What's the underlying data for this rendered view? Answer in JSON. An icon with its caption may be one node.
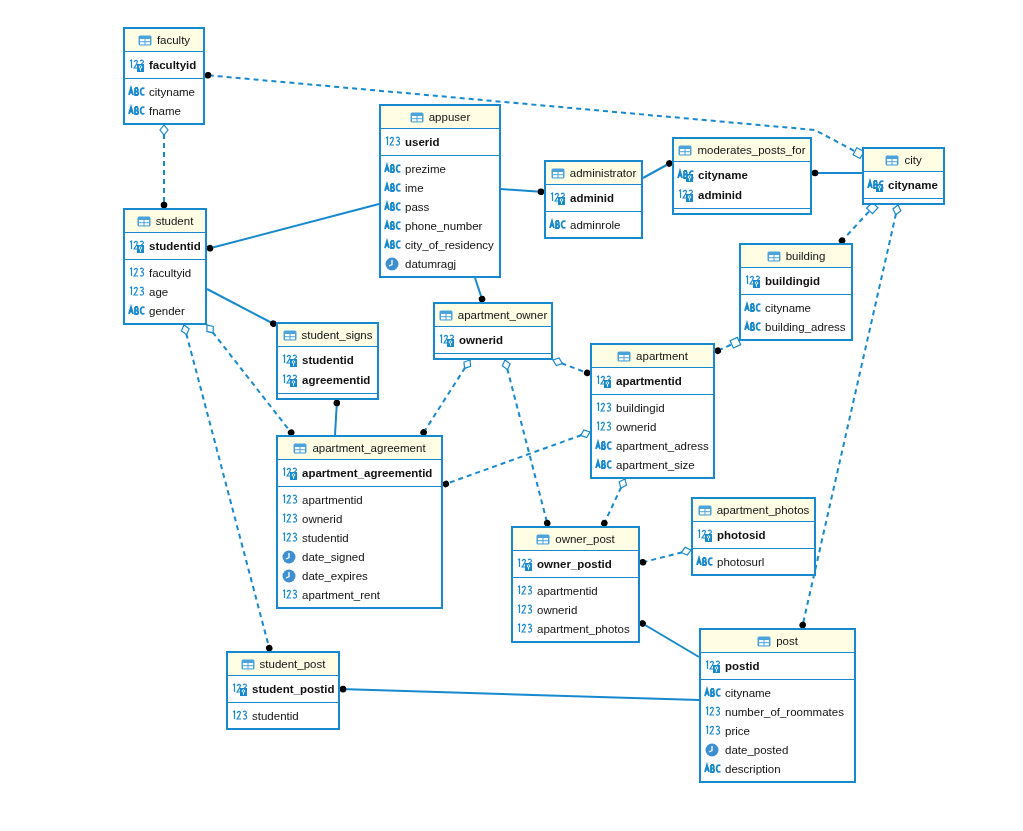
{
  "diagram": {
    "nodes": [
      {
        "text": [
          "faculty",
          "facultyid",
          "cityname",
          "fname"
        ]
      },
      {
        "text": [
          "appuser",
          "userid",
          "prezime",
          "ime",
          "pass",
          "phone_number",
          "city_of_residency",
          "datumragj"
        ]
      },
      {
        "text": [
          "administrator",
          "adminid",
          "adminrole"
        ]
      },
      {
        "text": [
          "moderates_posts_for",
          "cityname",
          "adminid"
        ]
      },
      {
        "text": [
          "city",
          "cityname"
        ]
      },
      {
        "text": [
          "student",
          "studentid",
          "facultyid",
          "age",
          "gender"
        ]
      },
      {
        "text": [
          "building",
          "buildingid",
          "cityname",
          "building_adress"
        ]
      },
      {
        "text": [
          "student_signs",
          "studentid",
          "agreementid"
        ]
      },
      {
        "text": [
          "apartment_owner",
          "ownerid"
        ]
      },
      {
        "text": [
          "apartment",
          "apartmentid",
          "buildingid",
          "ownerid",
          "apartment_adress",
          "apartment_size"
        ]
      },
      {
        "text": [
          "apartment_agreement",
          "apartment_agreementid",
          "apartmentid",
          "ownerid",
          "studentid",
          "date_signed",
          "date_expires",
          "apartment_rent"
        ]
      },
      {
        "text": [
          "apartment_photos",
          "photosid",
          "photosurl"
        ]
      },
      {
        "text": [
          "owner_post",
          "owner_postid",
          "apartmentid",
          "ownerid",
          "apartment_photos"
        ]
      },
      {
        "text": [
          "post",
          "postid",
          "cityname",
          "number_of_roommates",
          "price",
          "date_posted",
          "description"
        ]
      },
      {
        "text": [
          "student_post",
          "student_postid",
          "studentid"
        ]
      }
    ],
    "edges": [
      {
        "from": 4,
        "to": 0,
        "arrow": "other",
        "style": "dashed"
      },
      {
        "from": 0,
        "to": 5,
        "arrow": "other",
        "style": "dashed"
      },
      {
        "from": 1,
        "to": 5,
        "arrow": "other"
      },
      {
        "from": 1,
        "to": 2,
        "arrow": "other"
      },
      {
        "from": 2,
        "to": 3,
        "arrow": "other"
      },
      {
        "from": 4,
        "to": 3,
        "arrow": "other"
      },
      {
        "from": 4,
        "to": 6,
        "arrow": "other",
        "style": "dashed"
      },
      {
        "from": 1,
        "to": 8,
        "arrow": "other"
      },
      {
        "from": 5,
        "to": 7,
        "arrow": "other"
      },
      {
        "from": 10,
        "to": 7,
        "arrow": "other"
      },
      {
        "from": 5,
        "to": 10,
        "arrow": "other",
        "style": "dashed"
      },
      {
        "from": 8,
        "to": 10,
        "arrow": "other",
        "style": "dashed"
      },
      {
        "from": 8,
        "to": 12,
        "arrow": "other",
        "style": "dashed"
      },
      {
        "from": 8,
        "to": 9,
        "arrow": "other",
        "style": "dashed"
      },
      {
        "from": 6,
        "to": 9,
        "arrow": "other",
        "style": "dashed"
      },
      {
        "from": 9,
        "to": 10,
        "arrow": "other",
        "style": "dashed"
      },
      {
        "from": 9,
        "to": 12,
        "arrow": "other",
        "style": "dashed"
      },
      {
        "from": 11,
        "to": 12,
        "arrow": "other",
        "style": "dashed"
      },
      {
        "from": 13,
        "to": 12,
        "arrow": "other"
      },
      {
        "from": 4,
        "to": 13,
        "arrow": "other",
        "style": "dashed"
      },
      {
        "from": 5,
        "to": 14,
        "arrow": "other",
        "style": "dashed"
      },
      {
        "from": 13,
        "to": 14,
        "arrow": "other"
      }
    ]
  }
}
